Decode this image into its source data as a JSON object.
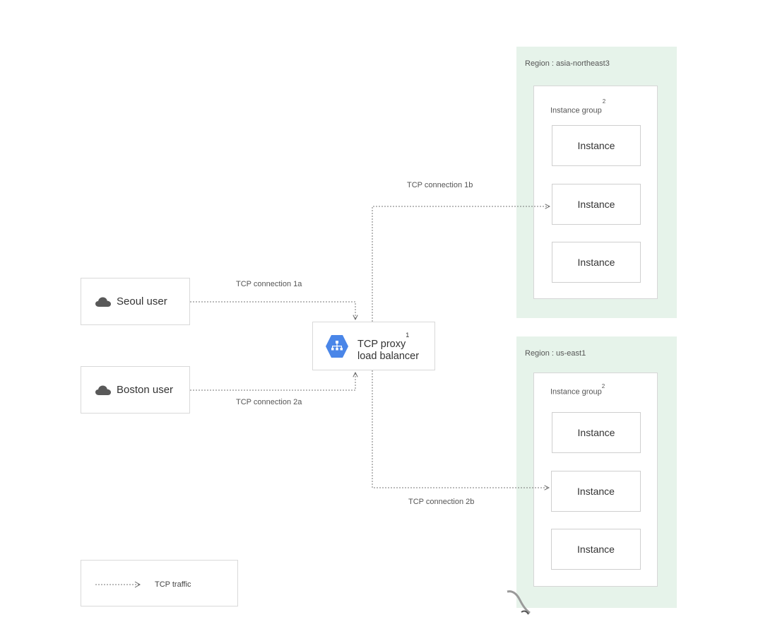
{
  "users": {
    "seoul": "Seoul user",
    "boston": "Boston user"
  },
  "connections": {
    "c1a": "TCP connection 1a",
    "c2a": "TCP connection 2a",
    "c1b": "TCP connection 1b",
    "c2b": "TCP connection 2b"
  },
  "load_balancer": {
    "line1": "TCP proxy",
    "line2": "load balancer",
    "footnote": "1",
    "icon": "load-balancer-icon"
  },
  "regions": [
    {
      "label": "Region : asia-northeast3",
      "group_label": "Instance group",
      "group_footnote": "2",
      "instances": [
        "Instance",
        "Instance",
        "Instance"
      ]
    },
    {
      "label": "Region : us-east1",
      "group_label": "Instance group",
      "group_footnote": "2",
      "instances": [
        "Instance",
        "Instance",
        "Instance"
      ]
    }
  ],
  "legend": {
    "label": "TCP traffic"
  },
  "colors": {
    "region_bg": "#e6f3ea",
    "lb_icon": "#4a86e8",
    "line": "#777777"
  }
}
